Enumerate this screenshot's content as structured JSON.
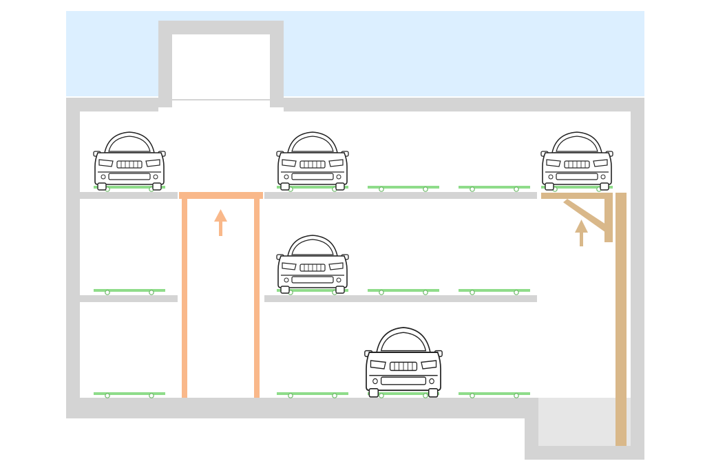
{
  "diagram": {
    "kind": "automated-parking-system-cross-section",
    "levels": 3,
    "colors": {
      "sky": "#dcefff",
      "wall": "#d4d4d4",
      "slab": "#d4d4d4",
      "pallet": "#8fdc8a",
      "pallet_wheel": "#6bb866",
      "lift": "#f9b88a",
      "lift_arrow": "#f9b88a",
      "elevator_arm": "#d9b88a",
      "car_stroke": "#222222",
      "pit": "#e6e6e6"
    },
    "icons": {
      "car": "car-front-icon",
      "arrow": "arrow-up-icon"
    },
    "rows": [
      {
        "name": "top-level",
        "slots": [
          {
            "id": "slot-top-1",
            "car": "sedan-hatch"
          },
          {
            "id": "slot-top-2",
            "car": "coupe"
          },
          {
            "id": "slot-top-3",
            "car": null
          },
          {
            "id": "slot-top-4",
            "car": null
          },
          {
            "id": "slot-top-5",
            "car": "compact"
          }
        ]
      },
      {
        "name": "middle-level",
        "slots": [
          {
            "id": "slot-mid-1",
            "car": null
          },
          {
            "id": "slot-mid-2",
            "car": "sports"
          },
          {
            "id": "slot-mid-3",
            "car": null
          },
          {
            "id": "slot-mid-4",
            "car": null
          }
        ]
      },
      {
        "name": "bottom-level",
        "slots": [
          {
            "id": "slot-bot-1",
            "car": null
          },
          {
            "id": "slot-bot-2",
            "car": null
          },
          {
            "id": "slot-bot-3",
            "car": "suv"
          },
          {
            "id": "slot-bot-4",
            "car": null
          }
        ]
      }
    ]
  }
}
